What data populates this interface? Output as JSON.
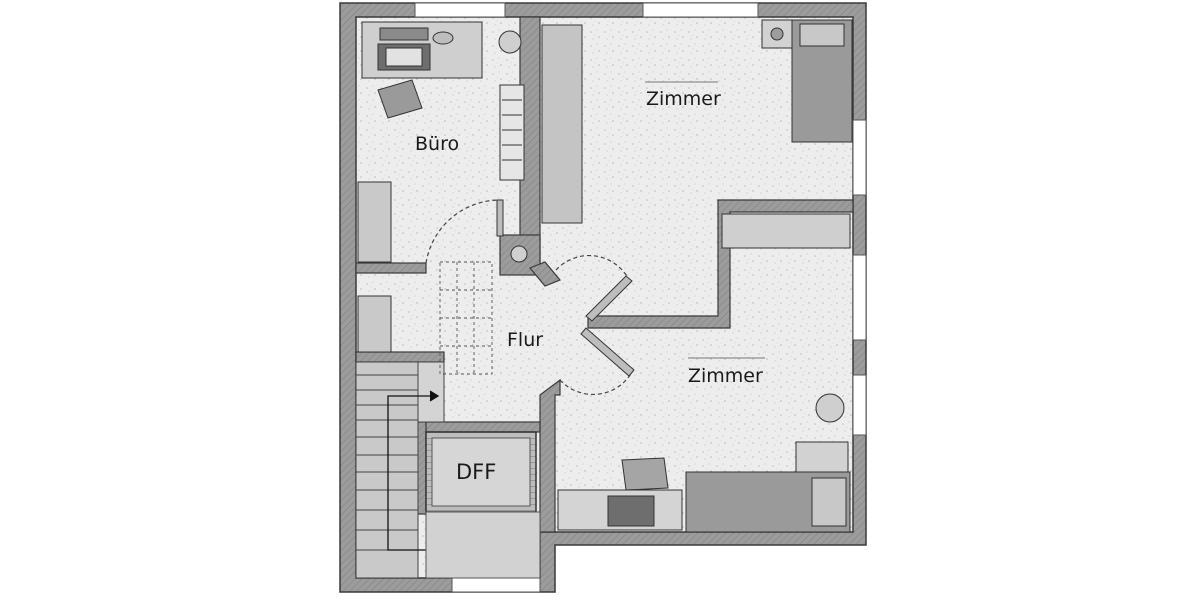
{
  "rooms": {
    "buero": "Büro",
    "zimmer_top": "Zimmer",
    "flur": "Flur",
    "zimmer_bottom": "Zimmer",
    "dff": "DFF"
  },
  "colors": {
    "wall": "#9a9a9a",
    "wall_edge": "#3a3a3a",
    "floor": "#ececec",
    "furniture": "#c8c8c8",
    "dark_furniture": "#6e6e6e"
  }
}
